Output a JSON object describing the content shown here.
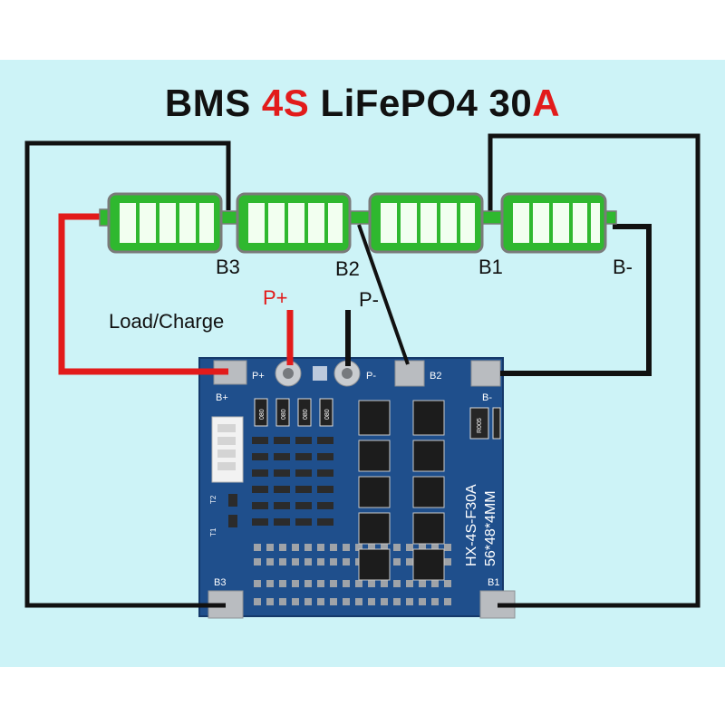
{
  "title": {
    "part1": "BMS ",
    "part2": "4S",
    "part3": " LiFePO4 30",
    "part4": "A"
  },
  "colors": {
    "background": "#cdf3f7",
    "battery_fill": "#2fb82f",
    "battery_border": "#7a7a7a",
    "wire_red": "#e21b1b",
    "wire_black": "#111111",
    "pcb": "#1f4f8c",
    "pad": "#b9bcc0"
  },
  "cells": [
    {
      "name": "cell-1",
      "bars": 5
    },
    {
      "name": "cell-2",
      "bars": 5
    },
    {
      "name": "cell-3",
      "bars": 5
    },
    {
      "name": "cell-4",
      "bars": 5
    }
  ],
  "labels": {
    "b3": "B3",
    "b2": "B2",
    "b1": "B1",
    "b_minus": "B-",
    "p_plus": "P+",
    "p_minus": "P-",
    "load_charge": "Load/Charge"
  },
  "board": {
    "pad_p_plus": "P+",
    "pad_p_minus": "P-",
    "pad_b2": "B2",
    "pad_b_minus": "B-",
    "pad_b_plus": "B+",
    "pad_b3": "B3",
    "pad_b1": "B1",
    "model": "HX-4S-F30A",
    "size": "56*48*4MM",
    "resistor_code": "080",
    "shunt_code": "R005",
    "t1": "T1",
    "t2": "T2"
  }
}
